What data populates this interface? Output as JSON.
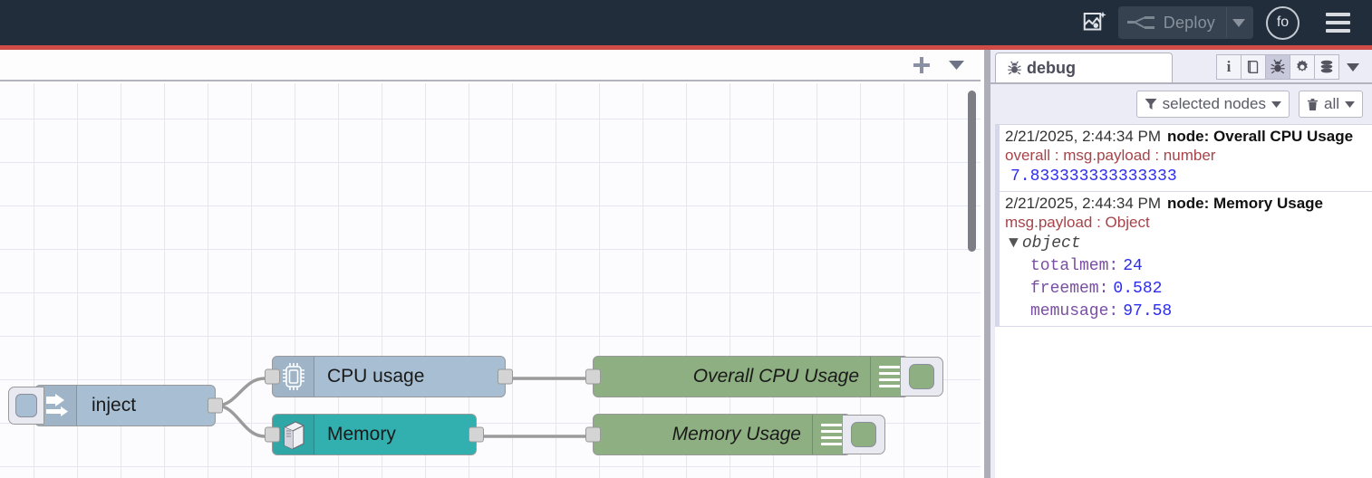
{
  "header": {
    "import_icon": "image-sparkle-icon",
    "deploy_label": "Deploy",
    "deploy_disabled": true,
    "avatar_initials": "fo",
    "menu_icon": "hamburger-menu-icon",
    "bg_color": "#212D3B",
    "accent_red": "#D24C47"
  },
  "workspace": {
    "tab_add_label": "+",
    "tab_menu_icon": "chevron-down-icon",
    "grid_color": "#E6E6F2",
    "canvas_bg": "#FCFCFE",
    "nodes": [
      {
        "id": "inject",
        "type": "inject",
        "label": "inject",
        "icon": "arrow-right-icon",
        "color": "#A8BED2",
        "has_button": true,
        "inputs": 0,
        "outputs": 1
      },
      {
        "id": "cpu",
        "type": "cpu-usage",
        "label": "CPU usage",
        "icon": "cpu-chip-icon",
        "color": "#A8BED2",
        "inputs": 1,
        "outputs": 1
      },
      {
        "id": "memory",
        "type": "memory",
        "label": "Memory",
        "icon": "server-tower-icon",
        "color": "#32B0B0",
        "inputs": 1,
        "outputs": 1
      },
      {
        "id": "dbg-cpu",
        "type": "debug",
        "label": "Overall CPU Usage",
        "icon": "debug-lines-icon",
        "color": "#8DAF81",
        "inputs": 1,
        "outputs": 0,
        "enabled": true
      },
      {
        "id": "dbg-mem",
        "type": "debug",
        "label": "Memory Usage",
        "icon": "debug-lines-icon",
        "color": "#8DAF81",
        "inputs": 1,
        "outputs": 0,
        "enabled": true
      }
    ]
  },
  "sidebar": {
    "active_tab": "debug",
    "tab_label": "debug",
    "tab_icon": "bug-icon",
    "icons": [
      {
        "name": "info-icon",
        "glyph": "i",
        "active": false
      },
      {
        "name": "help-book-icon",
        "glyph": "book",
        "active": false
      },
      {
        "name": "bug-icon",
        "glyph": "bug",
        "active": true
      },
      {
        "name": "gear-icon",
        "glyph": "gear",
        "active": false
      },
      {
        "name": "context-data-icon",
        "glyph": "stack",
        "active": false
      }
    ],
    "filters": {
      "node_filter_label": "selected nodes",
      "node_filter_icon": "funnel-icon",
      "clear_label": "all",
      "clear_icon": "trash-icon"
    },
    "messages": [
      {
        "timestamp": "2/21/2025, 2:44:34 PM",
        "node_prefix": "node:",
        "node_name": "Overall CPU Usage",
        "topic": "overall : msg.payload : number",
        "kind": "scalar",
        "value": "7.833333333333333"
      },
      {
        "timestamp": "2/21/2025, 2:44:34 PM",
        "node_prefix": "node:",
        "node_name": "Memory Usage",
        "topic": "msg.payload : Object",
        "kind": "object",
        "root_label": "object",
        "expanded": true,
        "properties": [
          {
            "key": "totalmem:",
            "value": "24"
          },
          {
            "key": "freemem:",
            "value": "0.582"
          },
          {
            "key": "memusage:",
            "value": "97.58"
          }
        ]
      }
    ]
  }
}
